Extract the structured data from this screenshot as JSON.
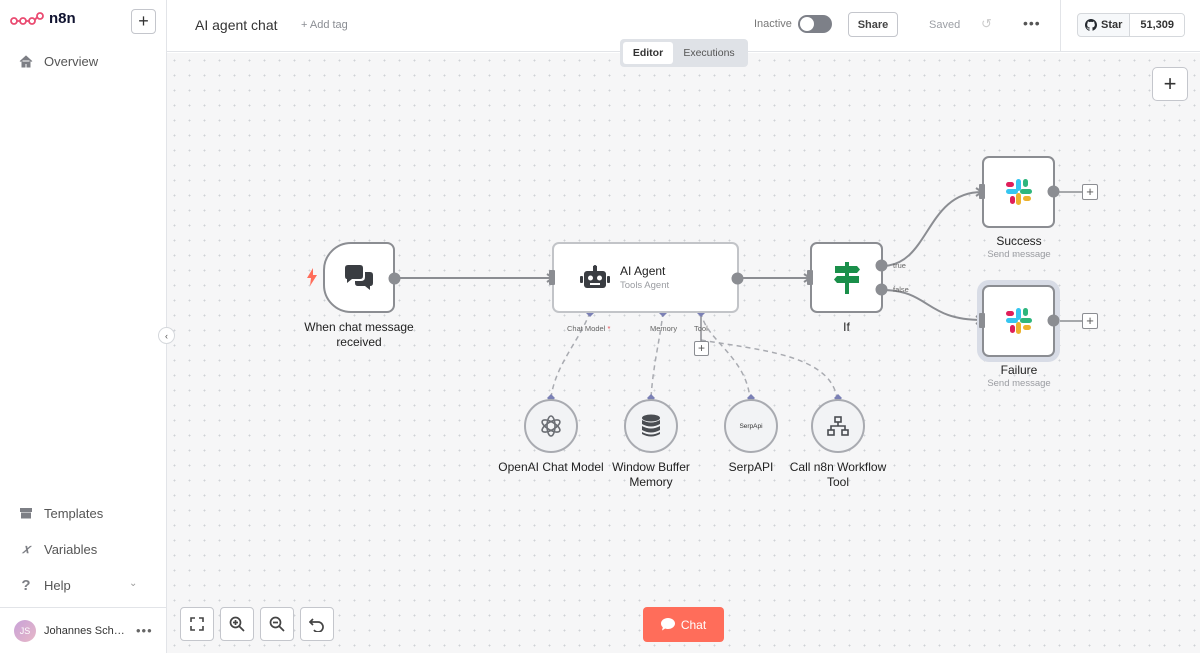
{
  "app": {
    "name": "n8n"
  },
  "sidebar": {
    "items": [
      {
        "label": "Overview",
        "icon": "home-icon"
      },
      {
        "label": "Templates",
        "icon": "box-icon"
      },
      {
        "label": "Variables",
        "icon": "variable-icon"
      },
      {
        "label": "Help",
        "icon": "question-icon"
      }
    ],
    "user": {
      "initials": "JS",
      "name": "Johannes Schn..."
    }
  },
  "header": {
    "workflow_name": "AI agent chat",
    "add_tag": "+ Add tag",
    "status_label": "Inactive",
    "share_label": "Share",
    "saved_label": "Saved",
    "github": {
      "star_label": "Star",
      "count": "51,309"
    }
  },
  "canvas": {
    "tabs": [
      {
        "label": "Editor",
        "active": true
      },
      {
        "label": "Executions",
        "active": false
      }
    ],
    "nodes": {
      "trigger": {
        "label": "When chat message received"
      },
      "agent": {
        "title": "AI Agent",
        "subtitle": "Tools Agent"
      },
      "if": {
        "label": "If",
        "outputs": [
          "true",
          "false"
        ]
      },
      "success": {
        "label": "Success",
        "subtitle": "Send message"
      },
      "failure": {
        "label": "Failure",
        "subtitle": "Send message"
      }
    },
    "agent_ports": {
      "chat_model": "Chat Model",
      "required_mark": "*",
      "memory": "Memory",
      "tool": "Tool"
    },
    "sub_nodes": [
      {
        "label": "OpenAI Chat Model",
        "icon": "openai-icon"
      },
      {
        "label": "Window Buffer Memory",
        "icon": "database-icon"
      },
      {
        "label": "SerpAPI",
        "icon_text": "SerpApi"
      },
      {
        "label": "Call n8n Workflow Tool",
        "icon": "sitemap-icon"
      }
    ],
    "chat_button": "Chat"
  },
  "colors": {
    "accent": "#ff6d5a",
    "edge": "#8b8d92",
    "port": "#7b80b5"
  }
}
